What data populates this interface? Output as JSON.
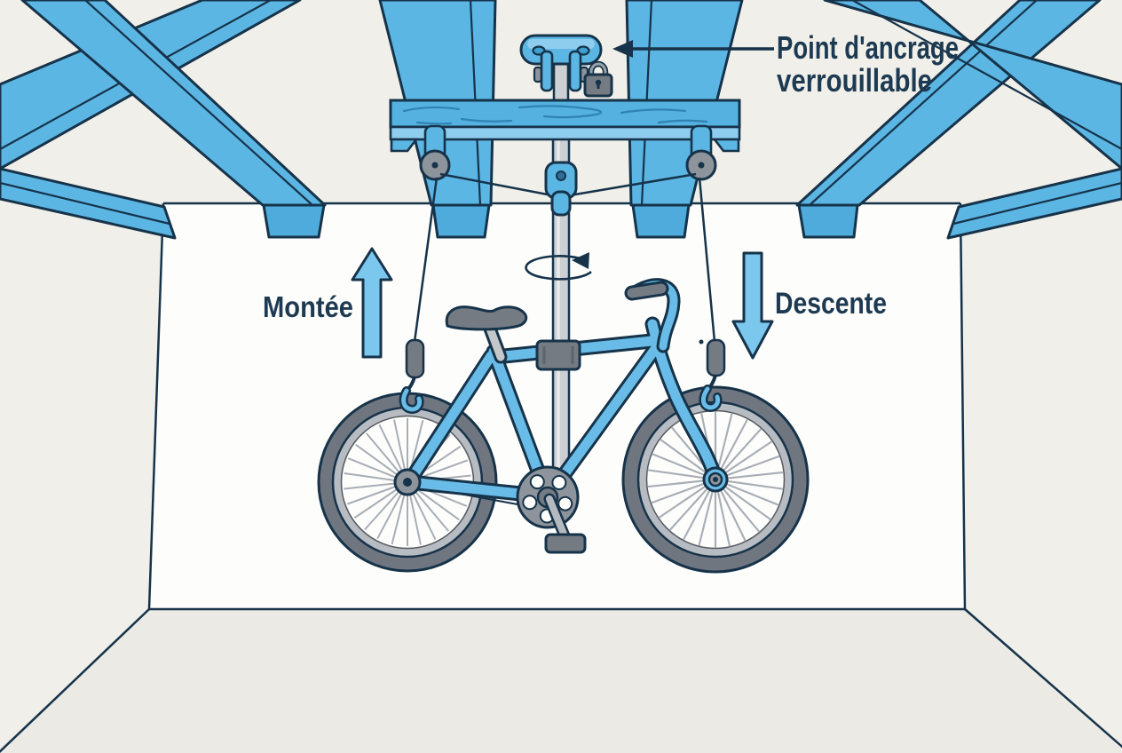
{
  "diagram": {
    "labels": {
      "anchor1": "Point d'ancrage",
      "anchor2": "verrouillable",
      "up": "Montée",
      "down": "Descente"
    },
    "icons": [
      "padlock-icon",
      "anchor-pointer-arrow-icon",
      "up-arrow-icon",
      "down-arrow-icon",
      "rotation-arrow-icon",
      "pulley-icon"
    ],
    "colors": {
      "background": "#f0efe9",
      "back_wall": "#fdfdfb",
      "floor": "#ebeae4",
      "beam_blue": "#5cb6e4",
      "bike_blue": "#68bce7",
      "arrow_blue": "#7cc7ed",
      "outline_navy": "#16334a",
      "text_navy": "#1d3a52",
      "metal_gray": "#ccd0d3",
      "dark_gray": "#747b83"
    }
  }
}
